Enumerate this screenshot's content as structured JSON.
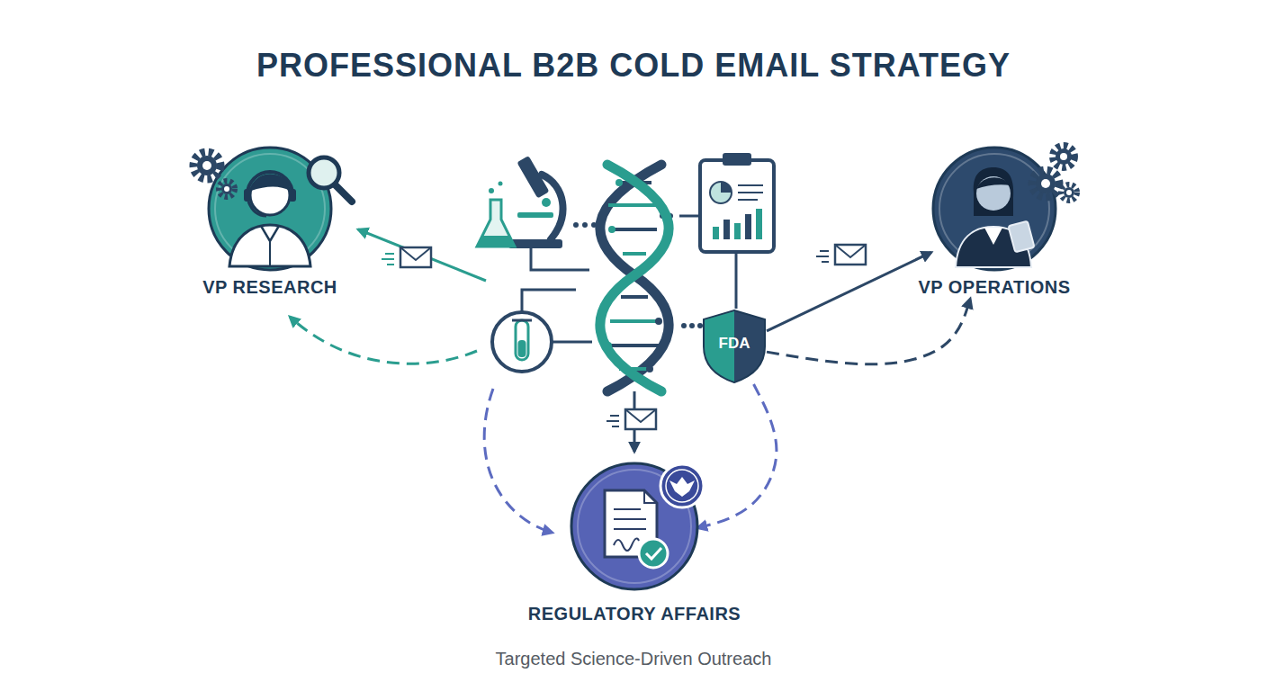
{
  "diagram": {
    "title": "PROFESSIONAL B2B COLD EMAIL STRATEGY",
    "caption": "Targeted Science-Driven Outreach",
    "nodes": [
      {
        "text": [
          "VP RESEARCH"
        ]
      },
      {
        "text": [
          "VP OPERATIONS"
        ]
      },
      {
        "text": [
          "FDA"
        ]
      },
      {
        "text": [
          "REGULATORY AFFAIRS"
        ]
      }
    ],
    "edges": [
      {
        "from": 2,
        "to": 1,
        "arrow": "to"
      },
      {
        "from": 2,
        "to": 1,
        "arrow": "to"
      },
      {
        "from": 2,
        "to": 3,
        "arrow": "to"
      }
    ]
  }
}
